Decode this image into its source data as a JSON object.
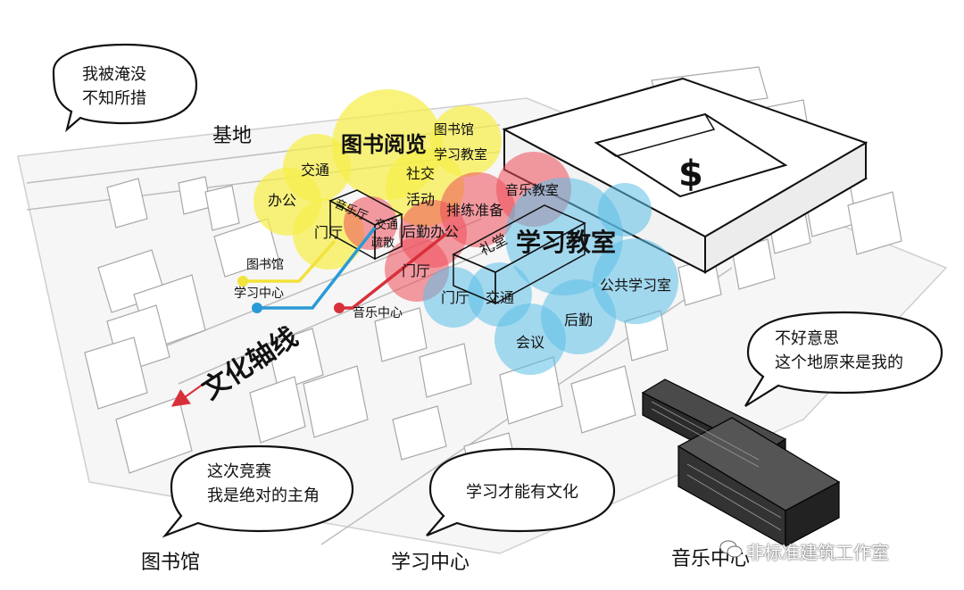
{
  "colors": {
    "yellow": "#f7ef4a",
    "red": "#ee4c5a",
    "blue": "#5cc0e8",
    "building_dark": "#2b2b2b"
  },
  "icons": [
    "speech-bubble",
    "wechat-icon",
    "dollar-sign",
    "arrow-icon"
  ],
  "bubbles": {
    "top_left": [
      "我被淹没",
      "不知所措"
    ],
    "right": [
      "不好意思",
      "这个地原来是我的"
    ],
    "bottom_left": [
      "这次竞赛",
      "我是绝对的主角"
    ],
    "bottom_center": [
      "学习才能有文化"
    ]
  },
  "labels": {
    "site": "基地",
    "library_reading": "图书阅览",
    "library": "图书馆",
    "study_room": "学习教室",
    "traffic": "交通",
    "office": "办公",
    "social": "社交",
    "activity": "活动",
    "hall": "门厅",
    "concert_hall": "音乐厅",
    "traffic_inner": "交通",
    "evacuation": "疏散",
    "rehearsal": "排练准备",
    "music_classroom": "音乐教室",
    "logistics_office": "后勤办公",
    "auditorium": "礼堂",
    "study_classroom_big": "学习教室",
    "public_study": "公共学习室",
    "hall_blue": "门厅",
    "traffic_blue": "交通",
    "logistics": "后勤",
    "meeting": "会议",
    "hall_red": "门厅",
    "line_library": "图书馆",
    "line_study": "学习中心",
    "line_music": "音乐中心",
    "culture_axis": "文化轴线",
    "dollar": "$"
  },
  "captions": {
    "library": "图书馆",
    "study_center": "学习中心",
    "music_center": "音乐中心"
  },
  "watermark": "非标准建筑工作室"
}
